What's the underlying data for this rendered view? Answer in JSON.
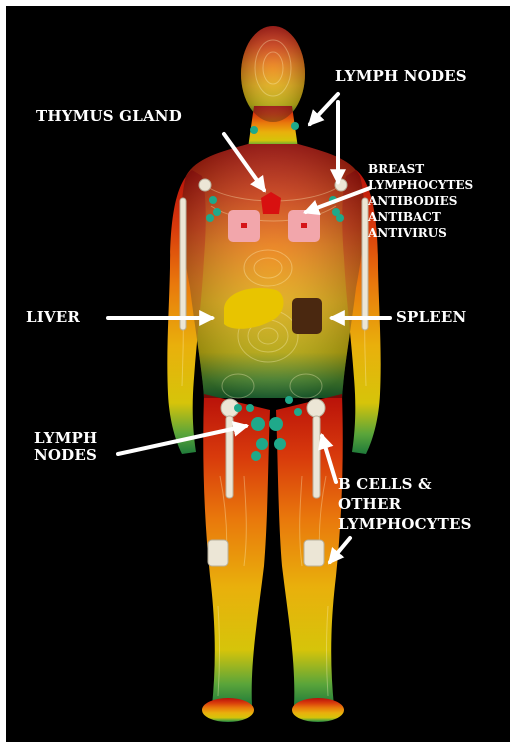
{
  "labels": {
    "lymph_nodes_top": "LYMPH NODES",
    "thymus_gland": "THYMUS GLAND",
    "breast": [
      "BREAST",
      "LYMPHOCYTES",
      "ANTIBODIES",
      "ANTIBACT",
      "ANTIVIRUS"
    ],
    "liver": "LIVER",
    "spleen": "SPLEEN",
    "lymph_nodes_lower": [
      "LYMPH",
      "NODES"
    ],
    "b_cells": [
      "B CELLS &",
      "OTHER",
      "LYMPHOCYTES"
    ]
  },
  "icons": {
    "arrow": "arrow-icon",
    "lymph_node": "lymph-node-icon",
    "body": "human-body-icon"
  },
  "colors": {
    "background": "#000000",
    "label_text": "#ffffff",
    "arrow": "#ffffff",
    "lymph_node": "#1fa98a",
    "thymus": "#d81010",
    "breast": "#f2a6ab",
    "breast_center": "#d51518",
    "liver": "#e8c400",
    "spleen": "#4a2810",
    "body_top": "#c0140c",
    "body_mid": "#e9780c",
    "body_low": "#e8c40a",
    "body_feet": "#2a8a3a"
  }
}
